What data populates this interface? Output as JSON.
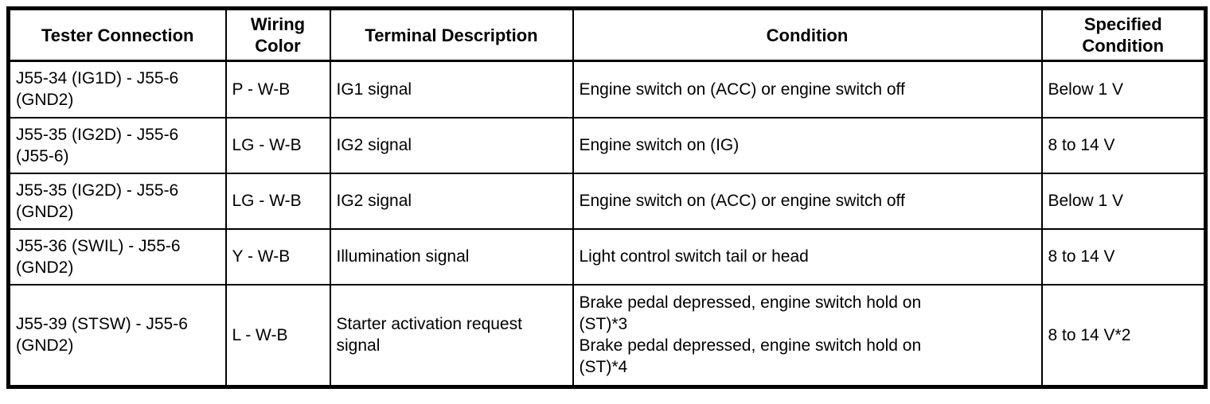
{
  "page": {
    "background_color": "#ffffff",
    "border_color": "#000000",
    "text_color": "#000000"
  },
  "table": {
    "headers": [
      "Tester Connection",
      "Wiring\nColor",
      "Terminal Description",
      "Condition",
      "Specified\nCondition"
    ],
    "rows": [
      {
        "tester_connection": "J55-34 (IG1D) - J55-6\n(GND2)",
        "wiring_color": "P - W-B",
        "terminal_description": "IG1 signal",
        "condition": "Engine switch on (ACC) or engine switch off",
        "specified_condition": "Below 1 V"
      },
      {
        "tester_connection": "J55-35 (IG2D) - J55-6\n(J55-6)",
        "wiring_color": "LG - W-B",
        "terminal_description": "IG2 signal",
        "condition": "Engine switch on (IG)",
        "specified_condition": "8 to 14 V"
      },
      {
        "tester_connection": "J55-35 (IG2D) - J55-6\n(GND2)",
        "wiring_color": "LG - W-B",
        "terminal_description": "IG2 signal",
        "condition": "Engine switch on (ACC) or engine switch off",
        "specified_condition": "Below 1 V"
      },
      {
        "tester_connection": "J55-36 (SWIL) - J55-6\n(GND2)",
        "wiring_color": "Y - W-B",
        "terminal_description": "Illumination signal",
        "condition": "Light control switch tail or head",
        "specified_condition": "8 to 14 V"
      },
      {
        "tester_connection": "J55-39 (STSW) - J55-6\n(GND2)",
        "wiring_color": "L - W-B",
        "terminal_description": "Starter activation request\nsignal",
        "condition": "Brake pedal depressed, engine switch hold on\n(ST)*3\nBrake pedal depressed, engine switch hold on\n(ST)*4",
        "specified_condition": "8 to 14 V*2"
      }
    ]
  }
}
